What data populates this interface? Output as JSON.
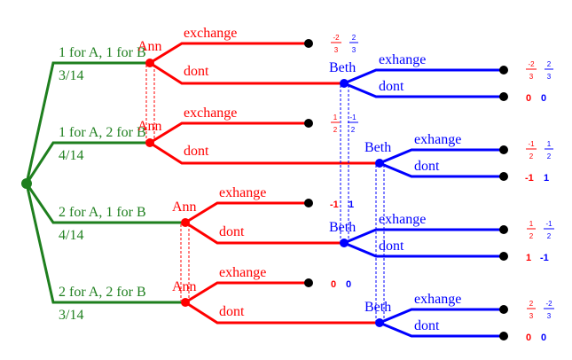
{
  "colors": {
    "nature": "#1e7f1e",
    "ann": "#ff0000",
    "beth": "#0000ff",
    "terminal": "#000000"
  },
  "branches": [
    {
      "deal": "1 for A, 1 for B",
      "prob": "3/14"
    },
    {
      "deal": "1 for A, 2 for B",
      "prob": "4/14"
    },
    {
      "deal": "2 for A, 1 for B",
      "prob": "4/14"
    },
    {
      "deal": "2 for A, 2 for B",
      "prob": "3/14"
    }
  ],
  "ann": {
    "name": "Ann",
    "branch_labels": [
      "exchange",
      "exchange",
      "exhange",
      "exhange"
    ],
    "dont_label": "dont"
  },
  "beth": {
    "name": "Beth",
    "exchange_label": "exhange",
    "dont_label": "dont"
  },
  "payoffs": {
    "ann_exchange": [
      {
        "a": {
          "num": "-2",
          "den": "3"
        },
        "b": {
          "num": "2",
          "den": "3"
        }
      },
      {
        "a": {
          "num": "1",
          "den": "2"
        },
        "b": {
          "num": "-1",
          "den": "2"
        }
      },
      {
        "a": "-1",
        "b": "1"
      },
      {
        "a": "0",
        "b": "0"
      }
    ],
    "beth_exchange": [
      {
        "a": {
          "num": "-2",
          "den": "3"
        },
        "b": {
          "num": "2",
          "den": "3"
        }
      },
      {
        "a": {
          "num": "-1",
          "den": "2"
        },
        "b": {
          "num": "1",
          "den": "2"
        }
      },
      {
        "a": {
          "num": "1",
          "den": "2"
        },
        "b": {
          "num": "-1",
          "den": "2"
        }
      },
      {
        "a": {
          "num": "2",
          "den": "3"
        },
        "b": {
          "num": "-2",
          "den": "3"
        }
      }
    ],
    "beth_dont": [
      {
        "a": "0",
        "b": "0"
      },
      {
        "a": "-1",
        "b": "1"
      },
      {
        "a": "1",
        "b": "-1"
      },
      {
        "a": "0",
        "b": "0"
      }
    ]
  }
}
